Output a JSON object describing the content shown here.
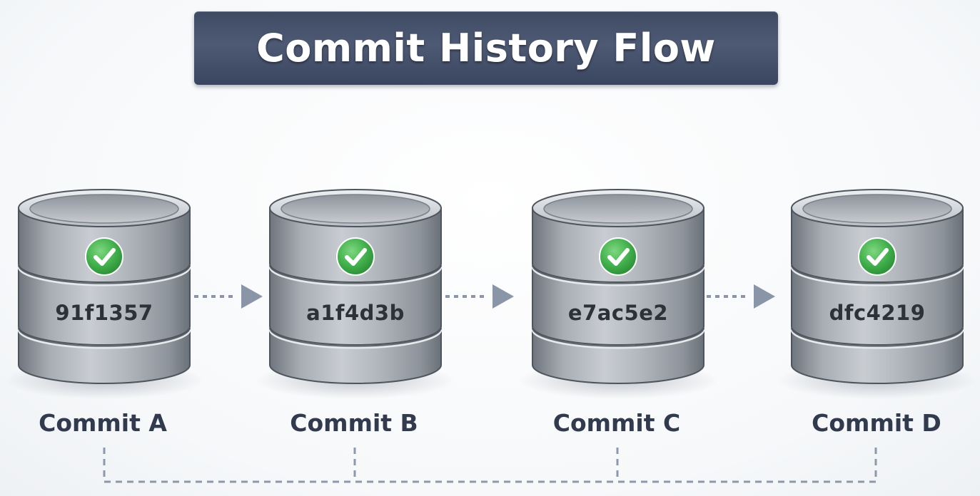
{
  "title": "Commit History Flow",
  "commits": [
    {
      "label": "Commit A",
      "hash": "91f1357",
      "status": "check-icon"
    },
    {
      "label": "Commit B",
      "hash": "a1f4d3b",
      "status": "check-icon"
    },
    {
      "label": "Commit C",
      "hash": "e7ac5e2",
      "status": "check-icon"
    },
    {
      "label": "Commit D",
      "hash": "dfc4219",
      "status": "check-icon"
    }
  ],
  "colors": {
    "title_bg": "#46516b",
    "cylinder": "#9aa0a8",
    "check": "#3fae4a",
    "arrow": "#8a96a8",
    "label": "#323a4e"
  }
}
